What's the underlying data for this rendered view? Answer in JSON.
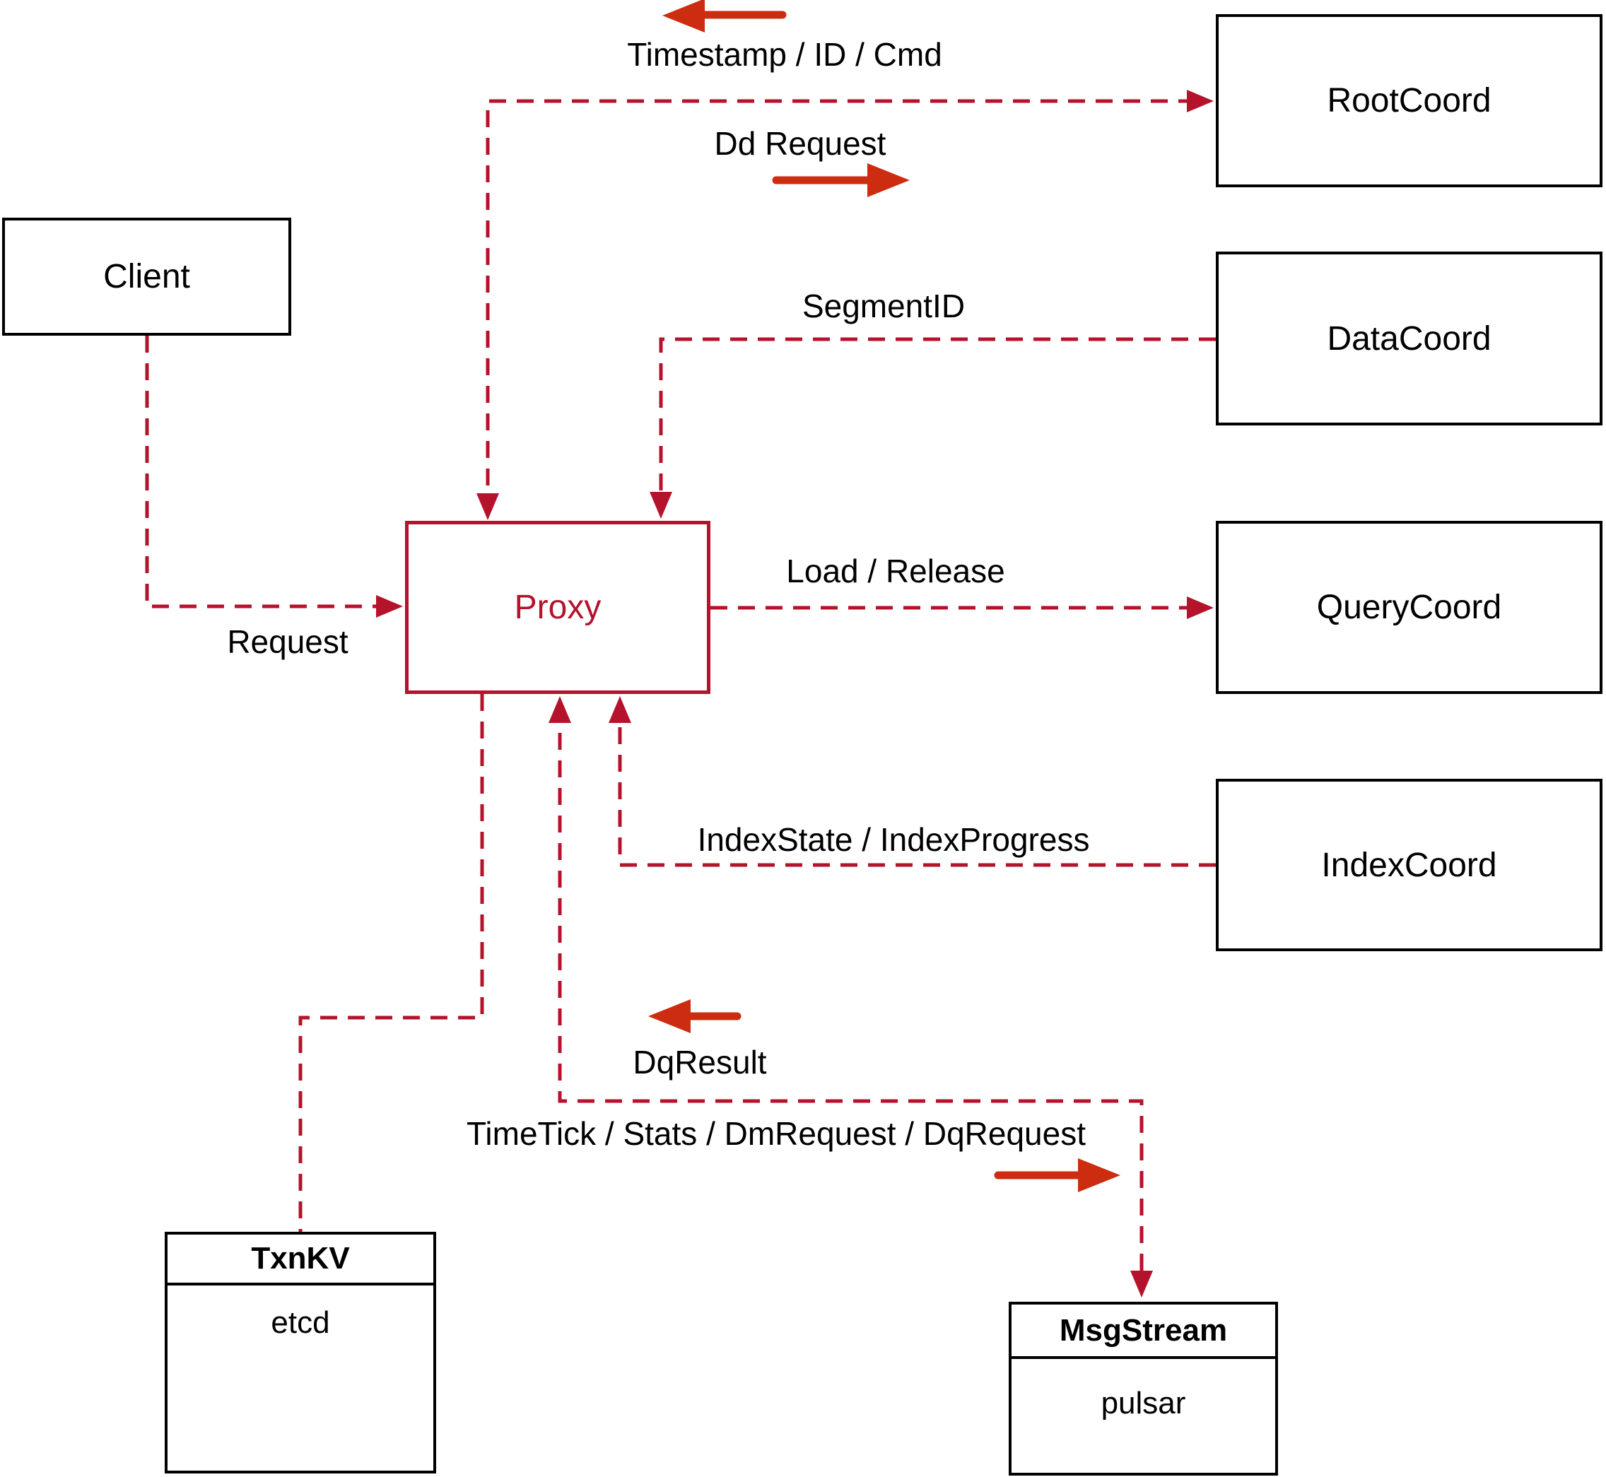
{
  "nodes": {
    "client": {
      "label": "Client"
    },
    "proxy": {
      "label": "Proxy"
    },
    "rootcoord": {
      "label": "RootCoord"
    },
    "datacoord": {
      "label": "DataCoord"
    },
    "querycoord": {
      "label": "QueryCoord"
    },
    "indexcoord": {
      "label": "IndexCoord"
    },
    "txnkv": {
      "title": "TxnKV",
      "body": "etcd"
    },
    "msgstream": {
      "title": "MsgStream",
      "body": "pulsar"
    }
  },
  "edge_labels": {
    "timestamp": "Timestamp / ID / Cmd",
    "dd_request": "Dd Request",
    "segment_id": "SegmentID",
    "load_release": "Load / Release",
    "request": "Request",
    "index_state": "IndexState / IndexProgress",
    "dq_result": "DqResult",
    "timetick": "TimeTick / Stats / DmRequest / DqRequest"
  },
  "colors": {
    "connector_red": "#b5122b",
    "direction_arrow_red": "#cc2d11",
    "box_border": "#000000",
    "text": "#000000",
    "background": "#ffffff"
  }
}
